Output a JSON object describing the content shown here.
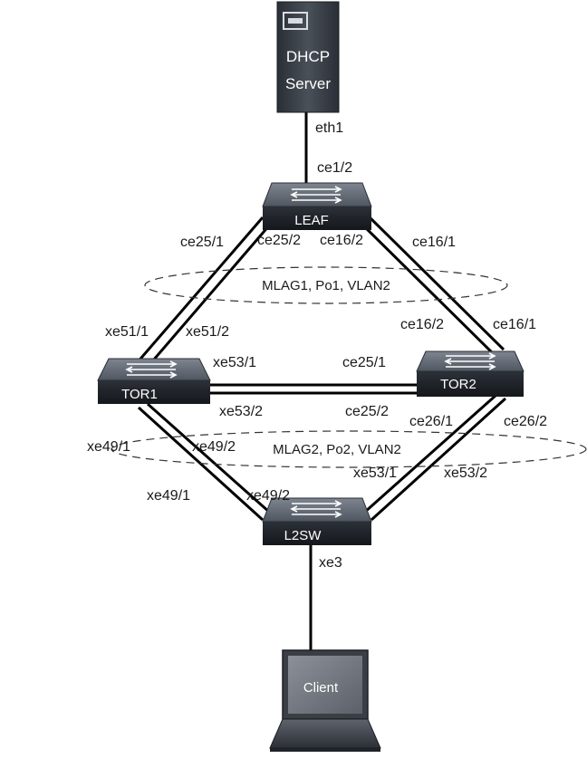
{
  "devices": {
    "dhcp_server": {
      "line1": "DHCP",
      "line2": "Server"
    },
    "leaf": "LEAF",
    "tor1": "TOR1",
    "tor2": "TOR2",
    "l2sw": "L2SW",
    "client": "Client"
  },
  "ports": {
    "eth1": "eth1",
    "leaf_up": "ce1/2",
    "leaf_ce25_1": "ce25/1",
    "leaf_ce25_2": "ce25/2",
    "leaf_ce16_2": "ce16/2",
    "leaf_ce16_1": "ce16/1",
    "tor1_xe51_1": "xe51/1",
    "tor1_xe51_2": "xe51/2",
    "tor2_ce16_2": "ce16/2",
    "tor2_ce16_1": "ce16/1",
    "tor1_xe53_1": "xe53/1",
    "tor1_xe53_2": "xe53/2",
    "tor2_ce25_1": "ce25/1",
    "tor2_ce25_2": "ce25/2",
    "tor2_ce26_1": "ce26/1",
    "tor2_ce26_2": "ce26/2",
    "tor1_xe49_1_up": "xe49/1",
    "tor1_xe49_2_up": "xe49/2",
    "l2sw_xe49_1": "xe49/1",
    "l2sw_xe49_2": "xe49/2",
    "l2sw_xe53_1": "xe53/1",
    "l2sw_xe53_2": "xe53/2",
    "l2sw_xe3": "xe3"
  },
  "mlag": {
    "mlag1": "MLAG1, Po1, VLAN2",
    "mlag2": "MLAG2, Po2, VLAN2"
  }
}
